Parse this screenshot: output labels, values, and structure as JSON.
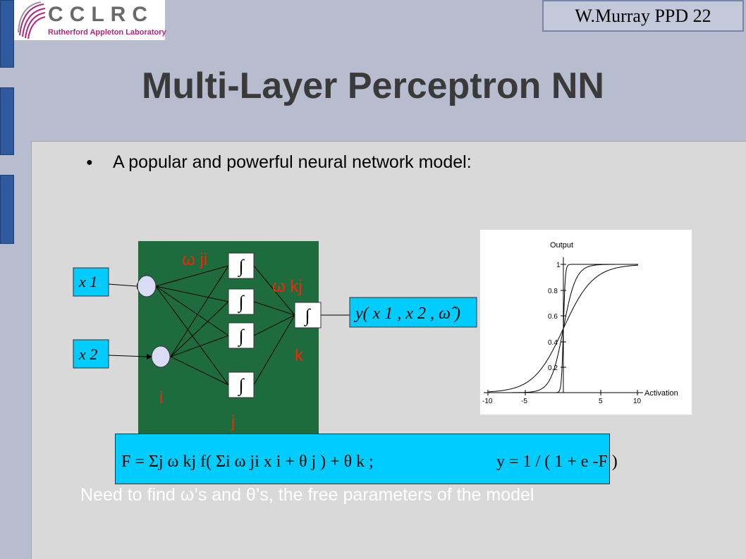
{
  "logo": {
    "name": "CCLRC",
    "subtitle": "Rutherford Appleton Laboratory"
  },
  "header_tag": "W.Murray PPD 22",
  "title": "Multi-Layer Perceptron NN",
  "bullet": "A popular and powerful neural network model:",
  "network": {
    "inputs": [
      "x 1",
      "x 2"
    ],
    "weight_ji": "ω ji",
    "weight_kj": "ω kj",
    "label_i": "i",
    "label_j": "j",
    "label_k": "k",
    "sigmoid_symbol": "∫",
    "output": "y( x 1 , x 2 , ω̂ )"
  },
  "sigmoid_plot": {
    "ylabel": "Output",
    "xlabel": "Activation",
    "xticks": [
      "-10",
      "-5",
      "5",
      "10"
    ],
    "yticks": [
      "0.2",
      "0.4",
      "0.6",
      "0.8",
      "1"
    ]
  },
  "formula": {
    "F_expr": "F = Σj ω kj f( Σi ω ji x i + θ j ) + θ k ;",
    "y_expr": "y = 1 / ( 1 + e -F )"
  },
  "footnote": "Need to find ω’s and θ’s, the free parameters of the model",
  "colors": {
    "network_bg": "#1e6b3e",
    "accent_red": "#ff2200",
    "formula_bg": "#00ccff",
    "side_bar": "#2f5a9e"
  }
}
